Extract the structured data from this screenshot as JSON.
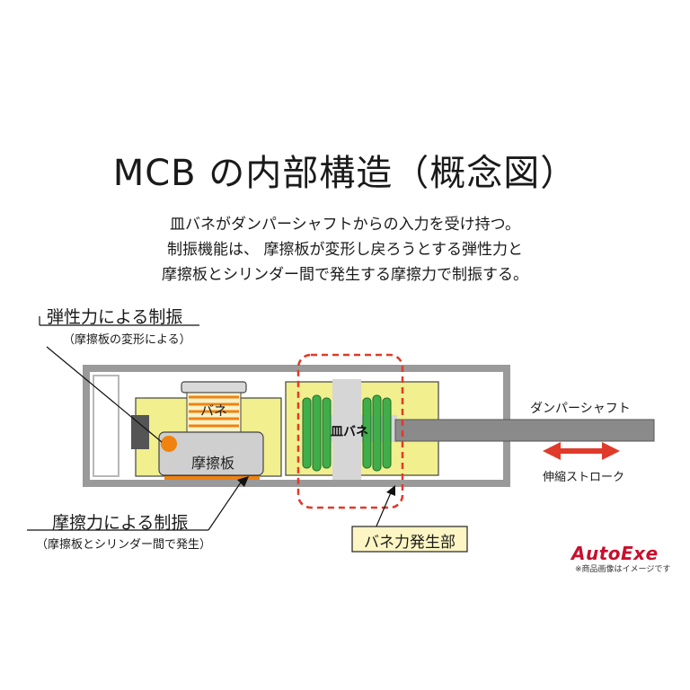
{
  "title": "MCB の内部構造（概念図）",
  "description": [
    "皿バネがダンパーシャフトからの入力を受け持つ。",
    "制振機能は、 摩擦板が変形し戻ろうとする弾性力と",
    "摩擦板とシリンダー間で発生する摩擦力で制振する。"
  ],
  "labels": {
    "elastic_main": "弾性力による制振",
    "elastic_sub": "（摩擦板の変形による）",
    "friction_main": "摩擦力による制振",
    "friction_sub": "（摩擦板とシリンダー間で発生）",
    "spring": "バネ",
    "friction_plate": "摩擦板",
    "disc_spring": "皿バネ",
    "damper_shaft": "ダンパーシャフト",
    "stroke": "伸縮ストローク",
    "spring_force_part": "バネ力発生部"
  },
  "brand": {
    "logo": "AutoExe",
    "note": "※商品画像はイメージです"
  },
  "colors": {
    "yellow": "#f1ef8e",
    "green": "#3fae4a",
    "orange": "#f0820f",
    "gray": "#8a8a8a",
    "red": "#e03a2a"
  }
}
